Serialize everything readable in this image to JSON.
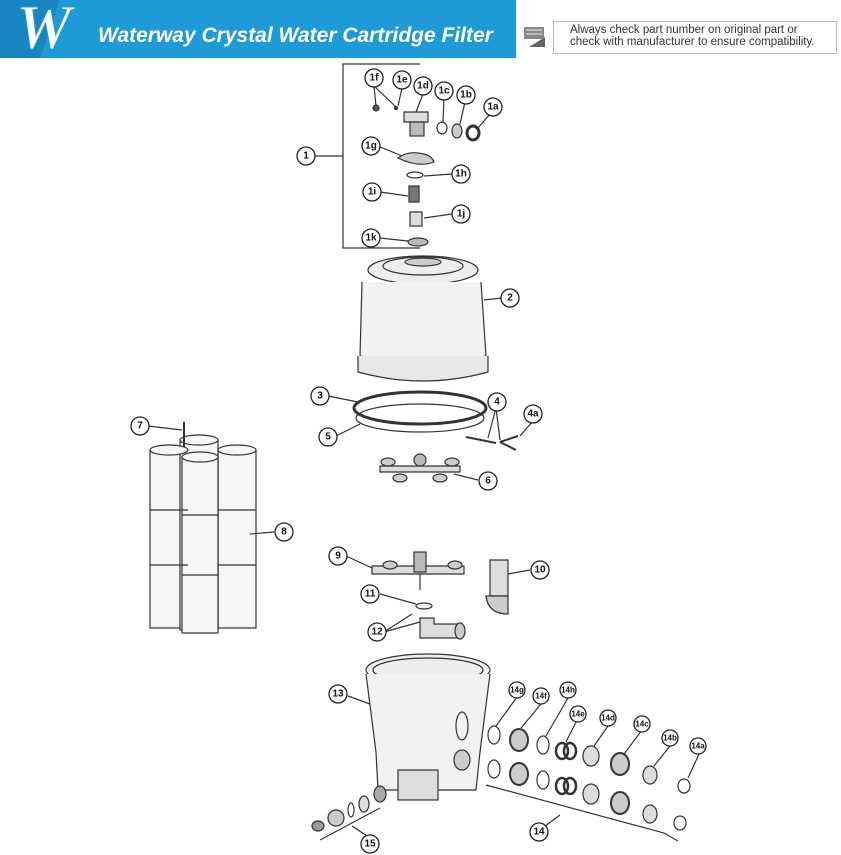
{
  "header": {
    "title": "Waterway Crystal Water Cartridge Filter",
    "logo_letter": "W",
    "note_line1": "Always check part number on original part or",
    "note_line2": "check with manufacturer to ensure compatibility.",
    "brand_color": "#1e9bd7"
  },
  "callouts": [
    "1",
    "1a",
    "1b",
    "1c",
    "1d",
    "1e",
    "1f",
    "1g",
    "1h",
    "1i",
    "1j",
    "1k",
    "2",
    "3",
    "4",
    "4a",
    "5",
    "6",
    "7",
    "8",
    "9",
    "10",
    "11",
    "12",
    "13",
    "14",
    "14a",
    "14b",
    "14c",
    "14d",
    "14e",
    "14f",
    "14g",
    "14h",
    "15"
  ]
}
